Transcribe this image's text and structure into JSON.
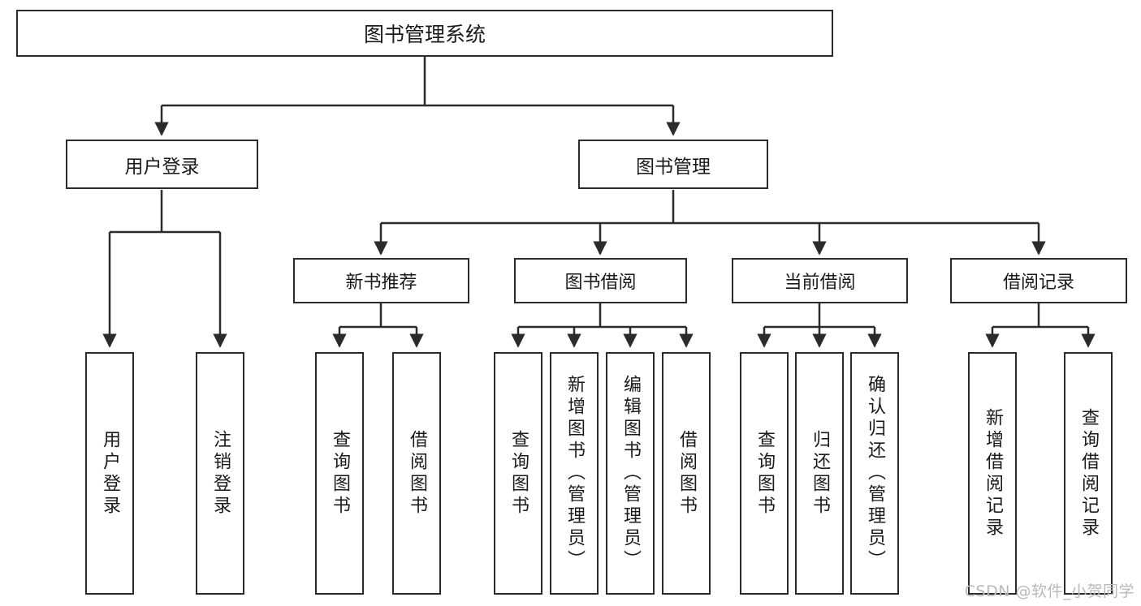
{
  "diagram": {
    "title": "图书管理系统",
    "type": "tree-hierarchy-diagram",
    "root": {
      "label": "图书管理系统"
    },
    "level1": [
      {
        "label": "用户登录"
      },
      {
        "label": "图书管理"
      }
    ],
    "level2": [
      {
        "label": "新书推荐"
      },
      {
        "label": "图书借阅"
      },
      {
        "label": "当前借阅"
      },
      {
        "label": "借阅记录"
      }
    ],
    "leaves": {
      "user_login": [
        {
          "label": "用户登录"
        },
        {
          "label": "注销登录"
        }
      ],
      "new_book_recommend": [
        {
          "label": "查询图书"
        },
        {
          "label": "借阅图书"
        }
      ],
      "book_borrow": [
        {
          "label": "查询图书"
        },
        {
          "label": "新增图书（管理员）"
        },
        {
          "label": "编辑图书（管理员）"
        },
        {
          "label": "借阅图书"
        }
      ],
      "current_borrow": [
        {
          "label": "查询图书"
        },
        {
          "label": "归还图书"
        },
        {
          "label": "确认归还（管理员）"
        }
      ],
      "borrow_record": [
        {
          "label": "新增借阅记录"
        },
        {
          "label": "查询借阅记录"
        }
      ]
    }
  },
  "watermark": {
    "text": "CSDN @软件_小贺同学"
  },
  "colors": {
    "border": "#2b2b2b",
    "text": "#1a1a1a",
    "background": "#ffffff",
    "watermark": "#b9b9b9"
  }
}
